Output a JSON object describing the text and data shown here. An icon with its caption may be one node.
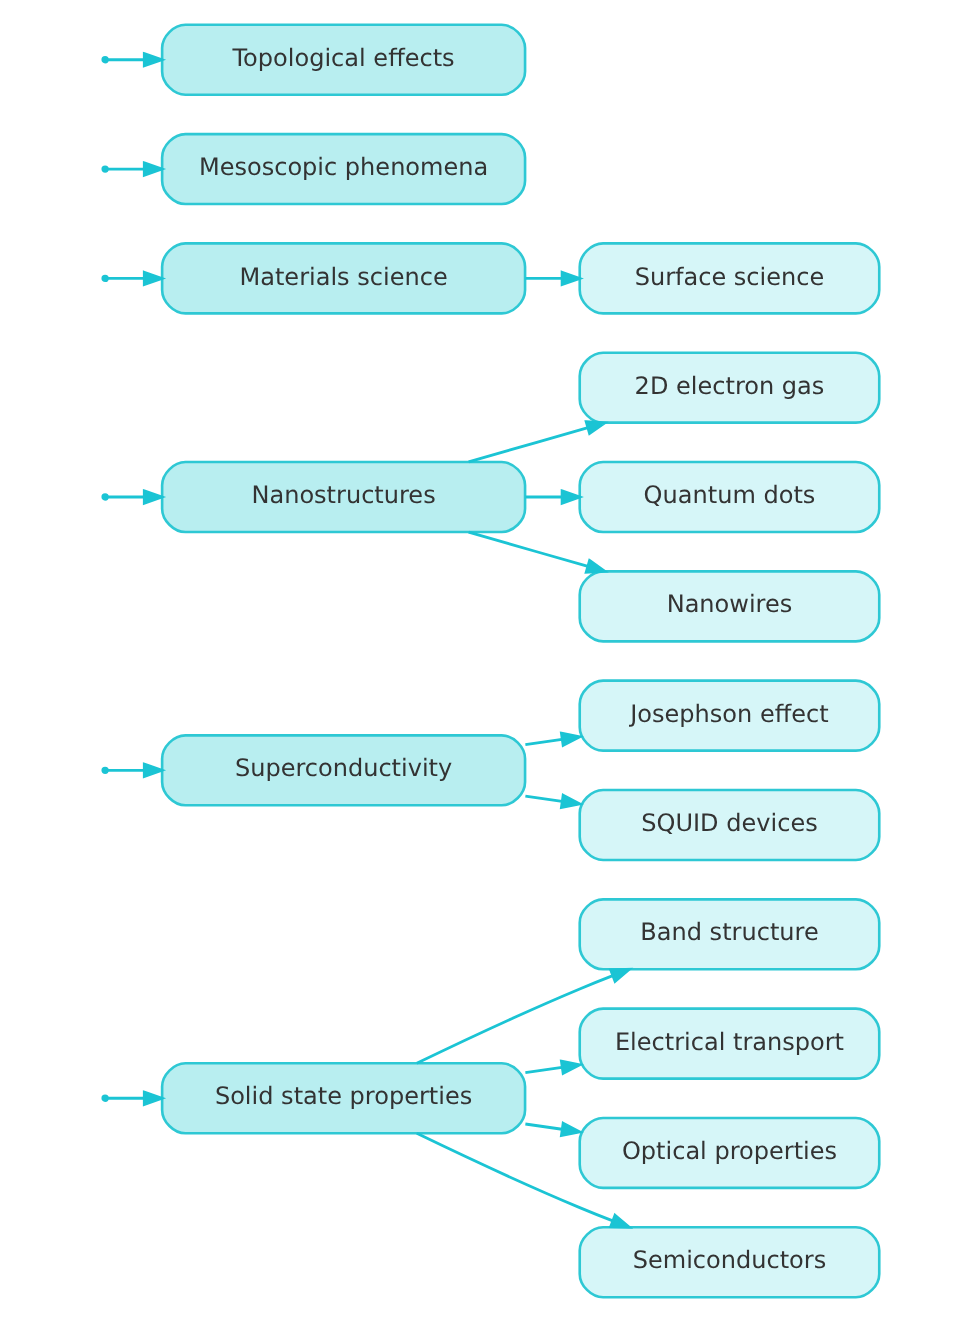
{
  "diagram": {
    "nodes": [
      {
        "text": [
          "Solid state properties"
        ]
      },
      {
        "text": [
          "Band structure"
        ]
      },
      {
        "text": [
          "Electrical transport"
        ]
      },
      {
        "text": [
          "Optical properties"
        ]
      },
      {
        "text": [
          "Semiconductors"
        ]
      },
      {
        "text": [
          "Superconductivity"
        ]
      },
      {
        "text": [
          "Josephson effect"
        ]
      },
      {
        "text": [
          "SQUID devices"
        ]
      },
      {
        "text": [
          "Nanostructures"
        ]
      },
      {
        "text": [
          "2D electron gas"
        ]
      },
      {
        "text": [
          "Quantum dots"
        ]
      },
      {
        "text": [
          "Nanowires"
        ]
      },
      {
        "text": [
          "Materials science"
        ]
      },
      {
        "text": [
          "Surface science"
        ]
      },
      {
        "text": [
          "Mesoscopic phenomena"
        ]
      },
      {
        "text": [
          "Topological effects"
        ]
      }
    ],
    "edges": [
      {
        "from": null,
        "to": 0,
        "arrow": "to"
      },
      {
        "from": 0,
        "to": 1,
        "arrow": "to"
      },
      {
        "from": 0,
        "to": 2,
        "arrow": "to"
      },
      {
        "from": 0,
        "to": 3,
        "arrow": "to"
      },
      {
        "from": 0,
        "to": 4,
        "arrow": "to"
      },
      {
        "from": null,
        "to": 5,
        "arrow": "to"
      },
      {
        "from": 5,
        "to": 6,
        "arrow": "to"
      },
      {
        "from": 5,
        "to": 7,
        "arrow": "to"
      },
      {
        "from": null,
        "to": 8,
        "arrow": "to"
      },
      {
        "from": 8,
        "to": 9,
        "arrow": "to"
      },
      {
        "from": 8,
        "to": 10,
        "arrow": "to"
      },
      {
        "from": 8,
        "to": 11,
        "arrow": "to"
      },
      {
        "from": null,
        "to": 12,
        "arrow": "to"
      },
      {
        "from": 12,
        "to": 13,
        "arrow": "to"
      },
      {
        "from": null,
        "to": 14,
        "arrow": "to"
      },
      {
        "from": null,
        "to": 15,
        "arrow": "to"
      }
    ]
  }
}
